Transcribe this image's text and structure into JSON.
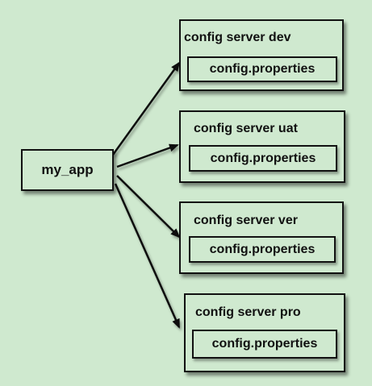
{
  "diagram": {
    "source": {
      "label": "my_app"
    },
    "servers": [
      {
        "title": "config server dev",
        "file": "config.properties"
      },
      {
        "title": "config server uat",
        "file": "config.properties"
      },
      {
        "title": "config server ver",
        "file": "config.properties"
      },
      {
        "title": "config server pro",
        "file": "config.properties"
      }
    ]
  },
  "colors": {
    "background": "#cfe9cf",
    "stroke": "#111111"
  }
}
